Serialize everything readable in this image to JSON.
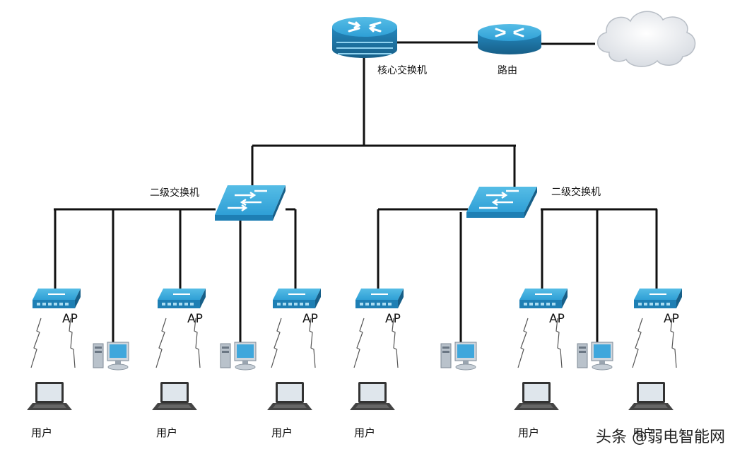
{
  "labels": {
    "core_switch": "核心交换机",
    "router": "路由",
    "l2_switch_left": "二级交换机",
    "l2_switch_right": "二级交换机",
    "ap": "AP",
    "user": "用户"
  },
  "watermark": "头条 @弱电智能网",
  "icons": {
    "core_switch": "core-switch-icon",
    "router": "router-icon",
    "internet": "cloud-icon",
    "l2_switch": "switch-icon",
    "ap": "access-point-icon",
    "desktop": "desktop-computer-icon",
    "laptop": "laptop-icon",
    "wireless": "wireless-signal-icon"
  },
  "colors": {
    "device_blue": "#2f9fd6",
    "device_dark": "#1b6f9c",
    "line": "#111111"
  }
}
